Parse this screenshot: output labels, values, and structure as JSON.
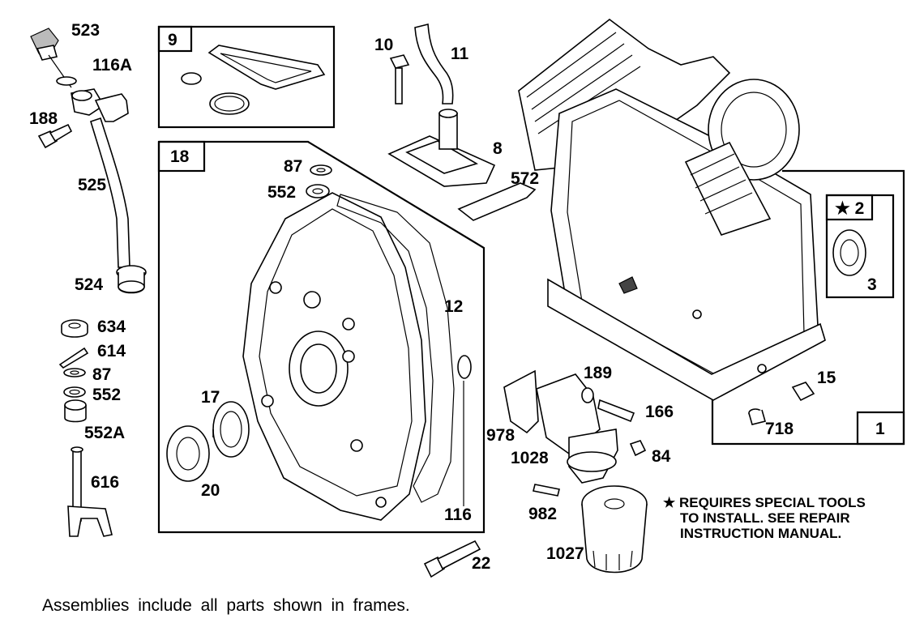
{
  "callouts": [
    {
      "id": "523",
      "label": "523"
    },
    {
      "id": "116a",
      "label": "116A"
    },
    {
      "id": "188",
      "label": "188"
    },
    {
      "id": "525",
      "label": "525"
    },
    {
      "id": "524",
      "label": "524"
    },
    {
      "id": "634",
      "label": "634"
    },
    {
      "id": "614",
      "label": "614"
    },
    {
      "id": "87-left",
      "label": "87"
    },
    {
      "id": "552-left",
      "label": "552"
    },
    {
      "id": "552a",
      "label": "552A"
    },
    {
      "id": "616",
      "label": "616"
    },
    {
      "id": "10",
      "label": "10"
    },
    {
      "id": "11",
      "label": "11"
    },
    {
      "id": "8",
      "label": "8"
    },
    {
      "id": "572",
      "label": "572"
    },
    {
      "id": "87-mid",
      "label": "87"
    },
    {
      "id": "552-mid",
      "label": "552"
    },
    {
      "id": "12",
      "label": "12"
    },
    {
      "id": "17",
      "label": "17"
    },
    {
      "id": "20",
      "label": "20"
    },
    {
      "id": "116",
      "label": "116"
    },
    {
      "id": "22",
      "label": "22"
    },
    {
      "id": "189",
      "label": "189"
    },
    {
      "id": "166",
      "label": "166"
    },
    {
      "id": "978",
      "label": "978"
    },
    {
      "id": "1028",
      "label": "1028"
    },
    {
      "id": "84",
      "label": "84"
    },
    {
      "id": "982",
      "label": "982"
    },
    {
      "id": "1027",
      "label": "1027"
    },
    {
      "id": "15",
      "label": "15"
    },
    {
      "id": "718",
      "label": "718"
    },
    {
      "id": "3",
      "label": "3"
    }
  ],
  "frames": [
    {
      "id": "9",
      "label": "9"
    },
    {
      "id": "18",
      "label": "18"
    },
    {
      "id": "2",
      "label": "★ 2"
    },
    {
      "id": "1",
      "label": "1"
    }
  ],
  "special_tools_note": {
    "line1": "★ REQUIRES SPECIAL TOOLS",
    "line2": "TO INSTALL.  SEE REPAIR",
    "line3": "INSTRUCTION MANUAL."
  },
  "assembly_note": "Assemblies include all parts shown in frames."
}
